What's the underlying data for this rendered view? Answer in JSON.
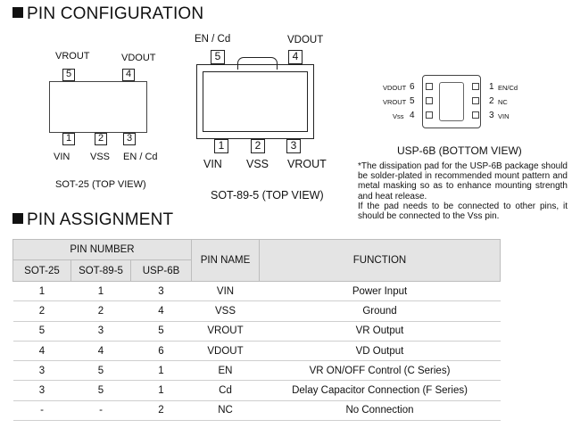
{
  "sections": {
    "pin_configuration": "PIN CONFIGURATION",
    "pin_assignment": "PIN ASSIGNMENT"
  },
  "sot25": {
    "caption": "SOT-25 (TOP VIEW)",
    "top_pins": [
      {
        "number": "5",
        "label": "VROUT"
      },
      {
        "number": "4",
        "label": "VDOUT"
      }
    ],
    "bottom_pins": [
      {
        "number": "1",
        "label": "VIN"
      },
      {
        "number": "2",
        "label": "VSS"
      },
      {
        "number": "3",
        "label": "EN / Cd"
      }
    ]
  },
  "sot89": {
    "caption": "SOT-89-5 (TOP VIEW)",
    "top_pins": [
      {
        "number": "5",
        "label": "EN / Cd"
      },
      {
        "number": "4",
        "label": "VDOUT"
      }
    ],
    "bottom_pins": [
      {
        "number": "1",
        "label": "VIN"
      },
      {
        "number": "2",
        "label": "VSS"
      },
      {
        "number": "3",
        "label": "VROUT"
      }
    ]
  },
  "usp6b": {
    "caption": "USP-6B (BOTTOM VIEW)",
    "left_pins": [
      {
        "number": "6",
        "label": "VDOUT"
      },
      {
        "number": "5",
        "label": "VROUT"
      },
      {
        "number": "4",
        "label": "Vss"
      }
    ],
    "right_pins": [
      {
        "number": "1",
        "label": "EN/Cd"
      },
      {
        "number": "2",
        "label": "NC"
      },
      {
        "number": "3",
        "label": "VIN"
      }
    ],
    "note_1": "*The dissipation pad for the USP-6B package should be solder-plated in recommended mount pattern and metal masking so as to enhance mounting strength and heat release.",
    "note_2": "If the pad needs to be connected to other pins, it should be connected to the Vss pin."
  },
  "table": {
    "group_header": "PIN NUMBER",
    "col_headers": [
      "SOT-25",
      "SOT-89-5",
      "USP-6B"
    ],
    "pin_name_header": "PIN NAME",
    "function_header": "FUNCTION",
    "rows": [
      {
        "sot25": "1",
        "sot89": "1",
        "usp6b": "3",
        "name": "VIN",
        "function": "Power Input"
      },
      {
        "sot25": "2",
        "sot89": "2",
        "usp6b": "4",
        "name": "VSS",
        "function": "Ground"
      },
      {
        "sot25": "5",
        "sot89": "3",
        "usp6b": "5",
        "name": "VROUT",
        "function": "VR Output"
      },
      {
        "sot25": "4",
        "sot89": "4",
        "usp6b": "6",
        "name": "VDOUT",
        "function": "VD Output"
      },
      {
        "sot25": "3",
        "sot89": "5",
        "usp6b": "1",
        "name": "EN",
        "function": "VR ON/OFF Control (C Series)"
      },
      {
        "sot25": "3",
        "sot89": "5",
        "usp6b": "1",
        "name": "Cd",
        "function": "Delay Capacitor Connection (F Series)"
      },
      {
        "sot25": "-",
        "sot89": "-",
        "usp6b": "2",
        "name": "NC",
        "function": "No Connection"
      }
    ]
  }
}
